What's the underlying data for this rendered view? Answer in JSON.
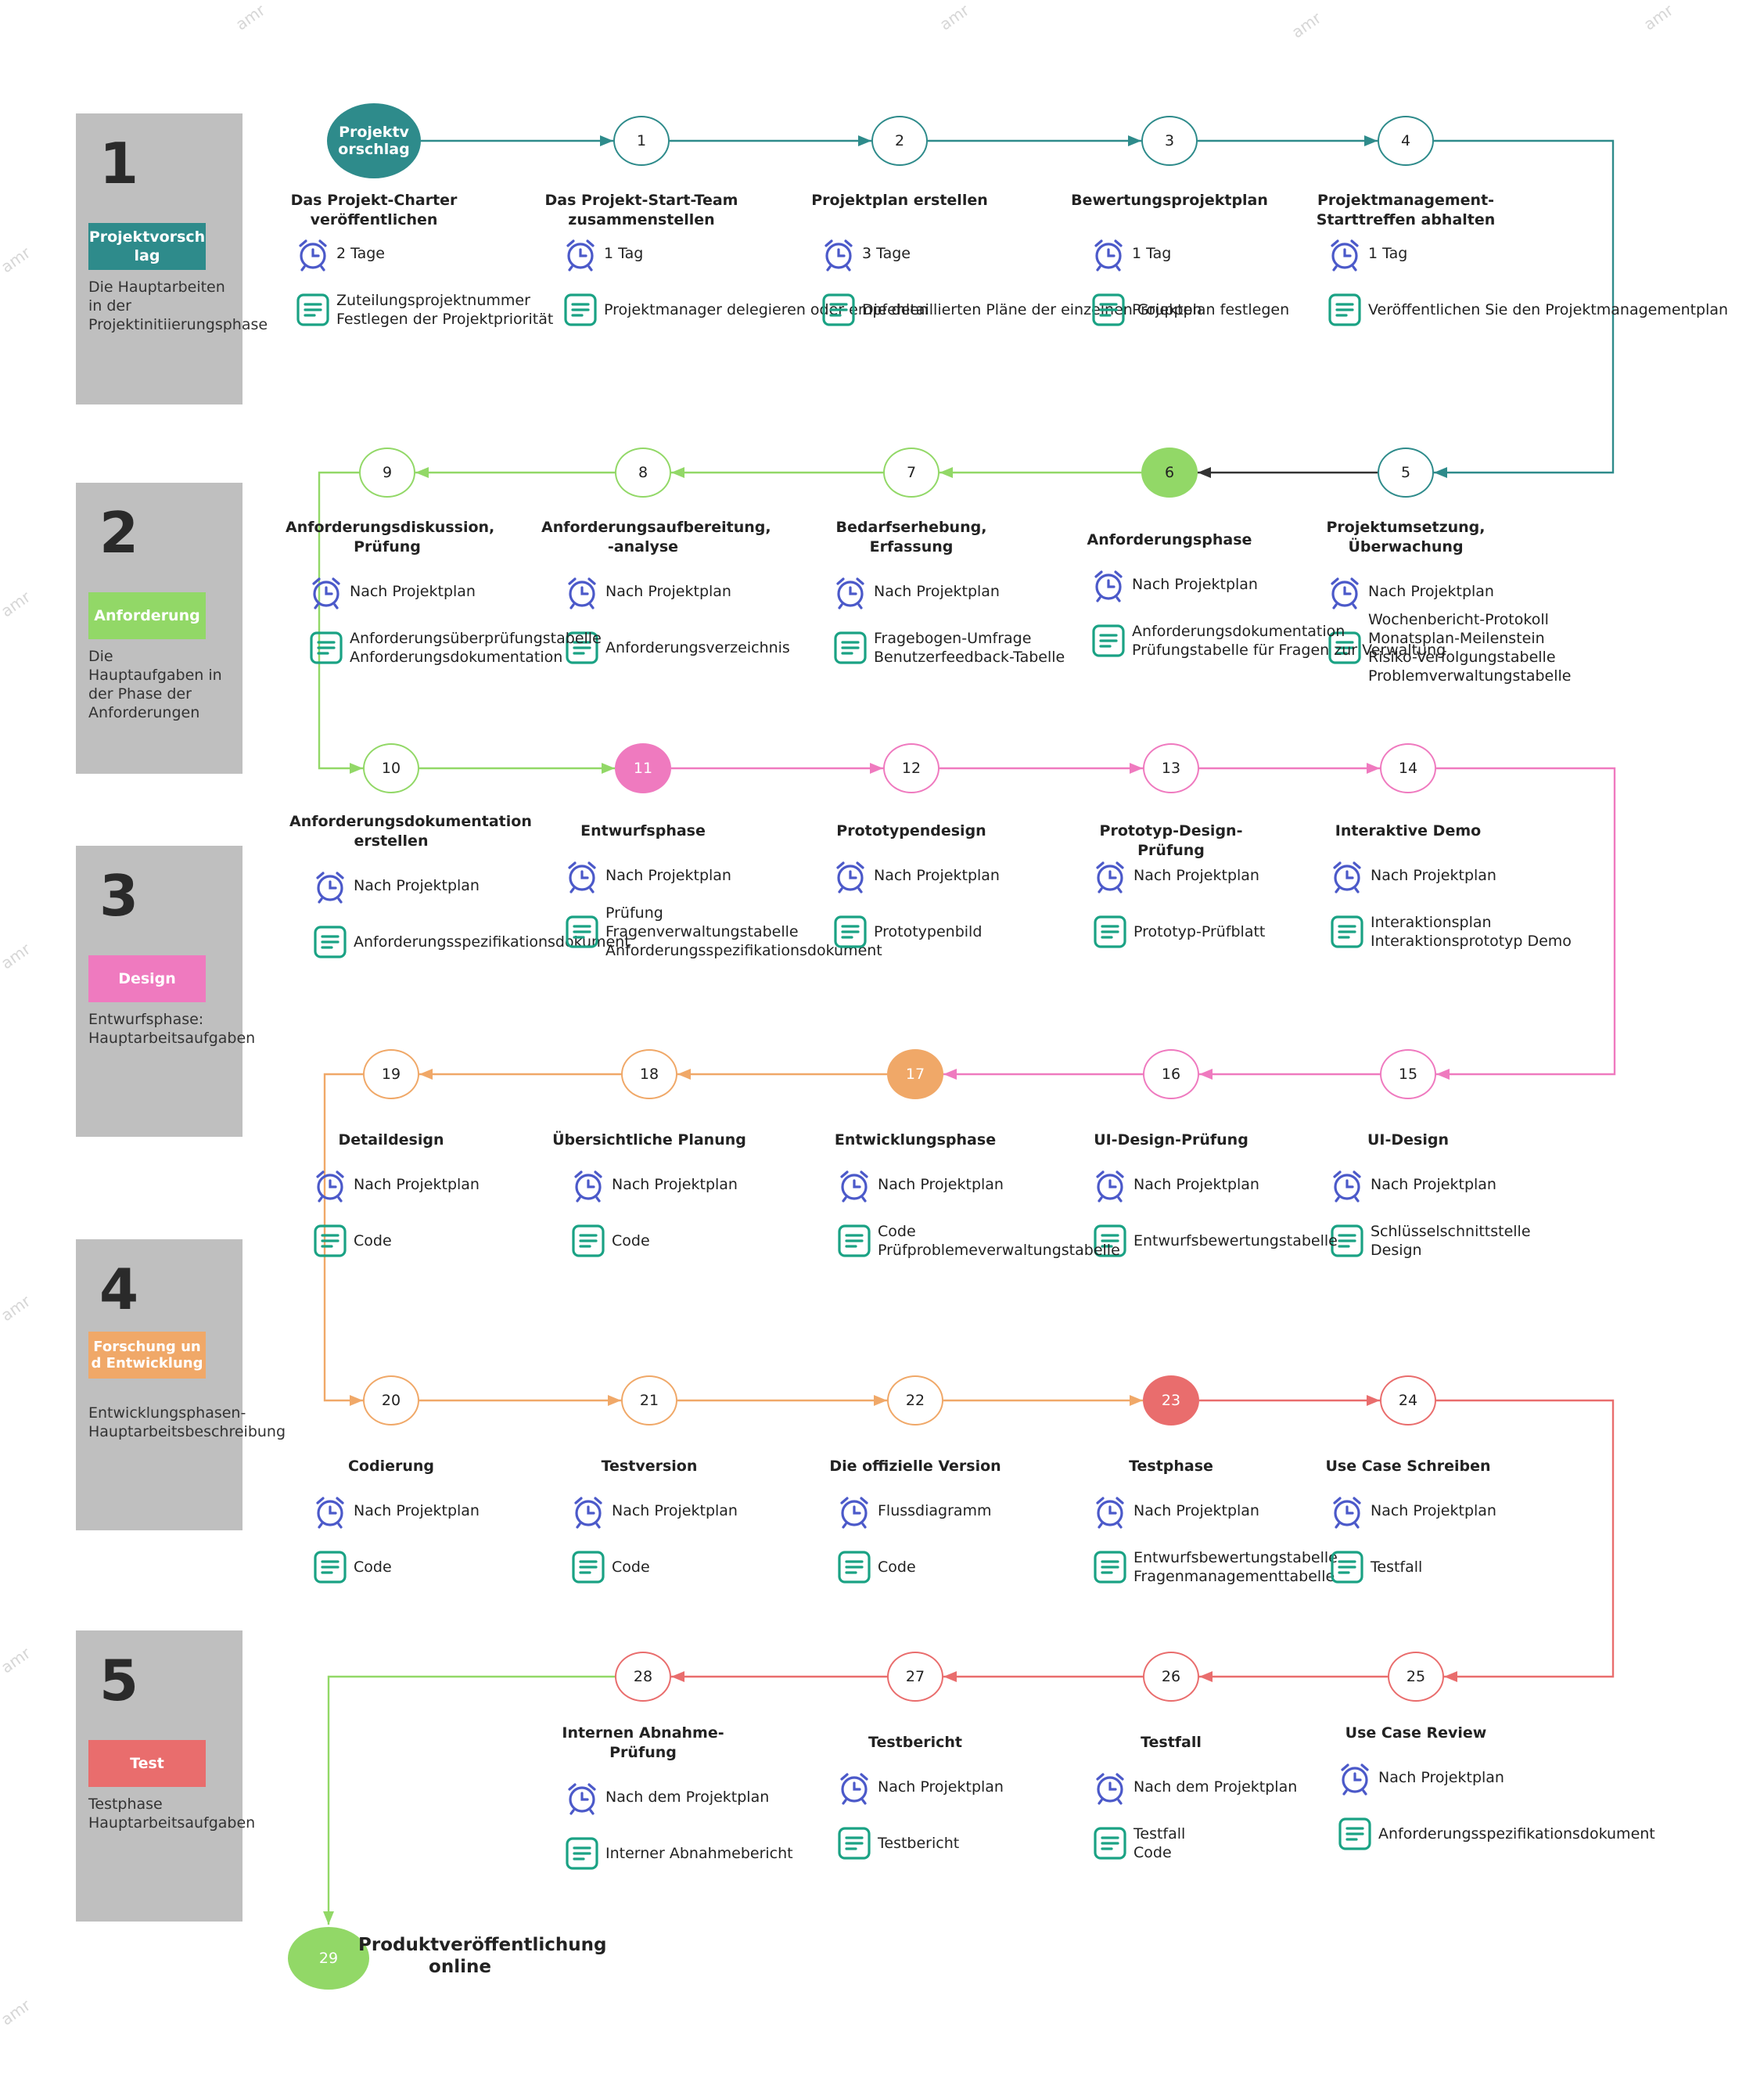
{
  "colors": {
    "teal": "#2e8b8b",
    "green": "#92d867",
    "pink": "#ef7abf",
    "orange": "#f0a868",
    "red": "#e96d6d",
    "dark": "#333333",
    "clock": "#4b59c9",
    "doc": "#1aa284",
    "panel": "#bfbfbf"
  },
  "watermark": "amr",
  "phases": [
    {
      "num": "1",
      "tag": "Projektvorschlag",
      "desc": "Die Hauptarbeiten in der Projektinitiierungsphase",
      "color": "#2e8b8b"
    },
    {
      "num": "2",
      "tag": "Anforderung",
      "desc": "Die Hauptaufgaben in der Phase der Anforderungen",
      "color": "#92d867"
    },
    {
      "num": "3",
      "tag": "Design",
      "desc": "Entwurfsphase: Hauptarbeitsaufgaben",
      "color": "#ef7abf"
    },
    {
      "num": "4",
      "tag": "Forschung und Entwicklung",
      "desc": "Entwicklungsphasen-Hauptarbeitsbeschreibung",
      "color": "#f0a868"
    },
    {
      "num": "5",
      "tag": "Test",
      "desc": "Testphase Hauptarbeitsaufgaben",
      "color": "#e96d6d"
    }
  ],
  "nodes": [
    {
      "label": "Projektvorschlag",
      "title": "Das Projekt-Charter veröffentlichen",
      "time": "2 Tage",
      "doc": "Zuteilungsprojektnummer\nFestlegen der Projektpriorität"
    },
    {
      "label": "1",
      "title": "Das Projekt-Start-Team zusammenstellen",
      "time": "1 Tag",
      "doc": "Projektmanager delegieren oder empfehlen"
    },
    {
      "label": "2",
      "title": "Projektplan erstellen",
      "time": "3 Tage",
      "doc": "Die detaillierten Pläne der einzelnen Gruppen"
    },
    {
      "label": "3",
      "title": "Bewertungsprojektplan",
      "time": "1 Tag",
      "doc": "Projektplan festlegen"
    },
    {
      "label": "4",
      "title": "Projektmanagement-Starttreffen abhalten",
      "time": "1 Tag",
      "doc": "Veröffentlichen Sie den Projektmanagementplan"
    },
    {
      "label": "5",
      "title": "Projektumsetzung, Überwachung",
      "time": "Nach Projektplan",
      "doc": "Wochenbericht-Protokoll\nMonatsplan-Meilenstein\nRisiko-Verfolgungstabelle\nProblemverwaltungstabelle"
    },
    {
      "label": "6",
      "title": "Anforderungsphase",
      "time": "Nach Projektplan",
      "doc": "Anforderungsdokumentation\nPrüfungstabelle für Fragen zur Verwaltung"
    },
    {
      "label": "7",
      "title": "Bedarfserhebung, Erfassung",
      "time": "Nach Projektplan",
      "doc": "Fragebogen-Umfrage\nBenutzerfeedback-Tabelle"
    },
    {
      "label": "8",
      "title": "Anforderungsaufbereitung, -analyse",
      "time": "Nach Projektplan",
      "doc": "Anforderungsverzeichnis"
    },
    {
      "label": "9",
      "title": "Anforderungsdiskussion, Prüfung",
      "time": "Nach Projektplan",
      "doc": "Anforderungsüberprüfungstabelle\nAnforderungsdokumentation"
    },
    {
      "label": "10",
      "title": "Anforderungsdokumentation erstellen",
      "time": "Nach Projektplan",
      "doc": "Anforderungsspezifikationsdokument"
    },
    {
      "label": "11",
      "title": "Entwurfsphase",
      "time": "Nach Projektplan",
      "doc": "Prüfung\nFragenverwaltungstabelle\nAnforderungsspezifikationsdokument"
    },
    {
      "label": "12",
      "title": "Prototypendesign",
      "time": "Nach Projektplan",
      "doc": "Prototypenbild"
    },
    {
      "label": "13",
      "title": "Prototyp-Design-Prüfung",
      "time": "Nach Projektplan",
      "doc": "Prototyp-Prüfblatt"
    },
    {
      "label": "14",
      "title": "Interaktive Demo",
      "time": "Nach Projektplan",
      "doc": "Interaktionsplan\nInteraktionsprototyp Demo"
    },
    {
      "label": "15",
      "title": "UI-Design",
      "time": "Nach Projektplan",
      "doc": "Schlüsselschnittstelle\nDesign"
    },
    {
      "label": "16",
      "title": "UI-Design-Prüfung",
      "time": "Nach Projektplan",
      "doc": "Entwurfsbewertungstabelle"
    },
    {
      "label": "17",
      "title": "Entwicklungsphase",
      "time": "Nach Projektplan",
      "doc": "Code\nPrüfproblemeverwaltungstabelle"
    },
    {
      "label": "18",
      "title": "Übersichtliche Planung",
      "time": "Nach Projektplan",
      "doc": "Code"
    },
    {
      "label": "19",
      "title": "Detaildesign",
      "time": "Nach Projektplan",
      "doc": "Code"
    },
    {
      "label": "20",
      "title": "Codierung",
      "time": "Nach Projektplan",
      "doc": "Code"
    },
    {
      "label": "21",
      "title": "Testversion",
      "time": "Nach Projektplan",
      "doc": "Code"
    },
    {
      "label": "22",
      "title": "Die offizielle Version",
      "time": "Flussdiagramm",
      "doc": "Code"
    },
    {
      "label": "23",
      "title": "Testphase",
      "time": "Nach Projektplan",
      "doc": "Entwurfsbewertungstabelle\nFragenmanagementtabelle"
    },
    {
      "label": "24",
      "title": "Use Case Schreiben",
      "time": "Nach Projektplan",
      "doc": "Testfall"
    },
    {
      "label": "25",
      "title": "Use Case Review",
      "time": "Nach Projektplan",
      "doc": "Anforderungsspezifikationsdokument"
    },
    {
      "label": "26",
      "title": "Testfall",
      "time": "Nach dem Projektplan",
      "doc": "Testfall\nCode"
    },
    {
      "label": "27",
      "title": "Testbericht",
      "time": "Nach Projektplan",
      "doc": "Testbericht"
    },
    {
      "label": "28",
      "title": "Internen Abnahme-Prüfung",
      "time": "Nach dem Projektplan",
      "doc": "Interner Abnahmebericht"
    }
  ],
  "final": {
    "label": "29",
    "title": "Produktveröffentlichung online"
  }
}
